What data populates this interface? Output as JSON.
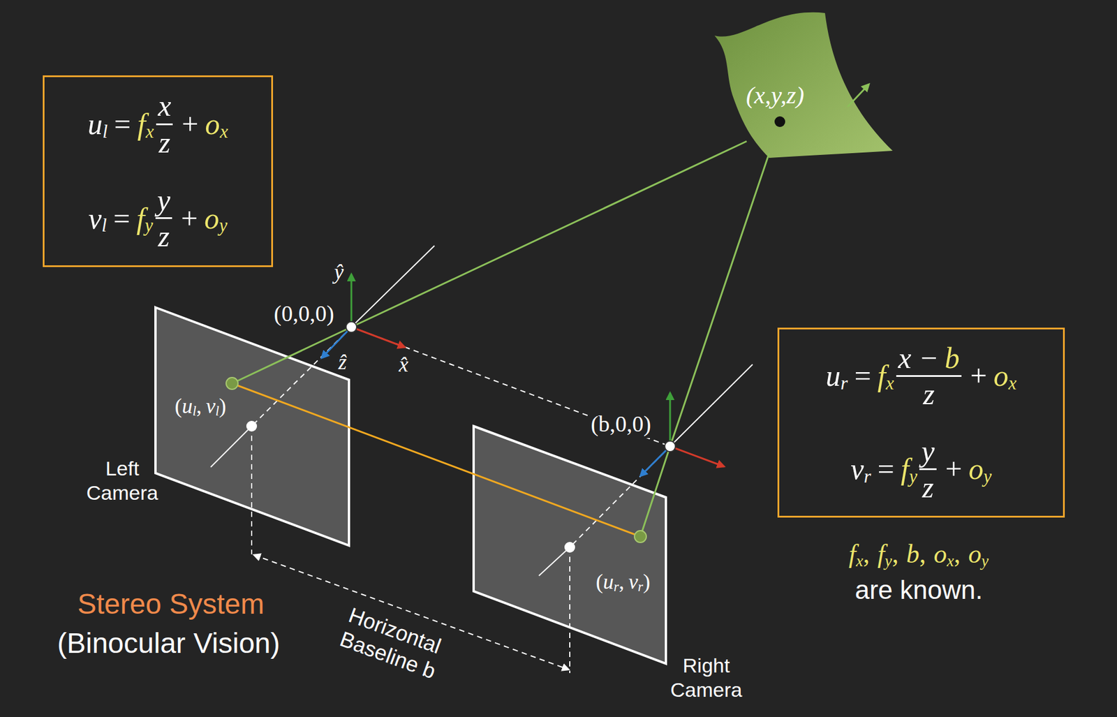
{
  "diagram": {
    "nodes": [
      {
        "text": [
          "u",
          "l",
          "=",
          "f",
          "x",
          "x",
          "z",
          "+",
          "o",
          "x",
          "v",
          "l",
          "=",
          "f",
          "y",
          "y",
          "z",
          "+",
          "o",
          "y"
        ]
      },
      {
        "text": [
          "(x,y,z)"
        ]
      },
      {
        "text": [
          "(",
          "u",
          "l",
          ",",
          "v",
          "l",
          ")",
          "Left Camera"
        ]
      },
      {
        "text": [
          "u",
          "r",
          "=",
          "f",
          "x",
          "x −",
          "b",
          "z",
          "+",
          "o",
          "x",
          "v",
          "r",
          "=",
          "f",
          "y",
          "y",
          "z",
          "+",
          "o",
          "y"
        ]
      },
      {
        "text": [
          "(",
          "u",
          "r",
          ",",
          "v",
          "r",
          ")",
          "Right Camera"
        ]
      }
    ],
    "labels": [
      "(0,0,0)",
      "ŷ",
      "ẑ",
      "x̂",
      "(b,0,0)",
      "Horizontal Baseline b",
      "Stereo System",
      "(Binocular Vision)",
      "f",
      "x",
      ",",
      "f",
      "y",
      ",",
      "b",
      ",",
      "o",
      "x",
      ",",
      "o",
      "y",
      "are known."
    ]
  }
}
